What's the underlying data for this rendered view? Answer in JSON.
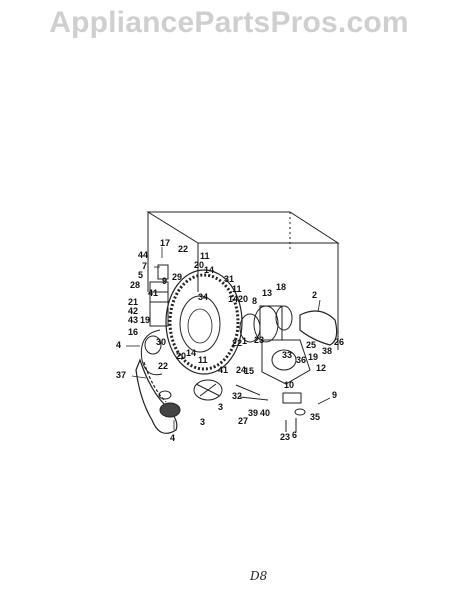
{
  "watermark": "AppliancePartsPros.com",
  "stamp": "D8",
  "callouts": [
    "17",
    "44",
    "22",
    "11",
    "7",
    "20",
    "14",
    "5",
    "29",
    "31",
    "28",
    "9",
    "41",
    "13",
    "18",
    "2",
    "34",
    "11",
    "21",
    "14",
    "20",
    "42",
    "8",
    "19",
    "43",
    "16",
    "4",
    "30",
    "22",
    "1",
    "23",
    "3",
    "36",
    "19",
    "26",
    "38",
    "25",
    "14",
    "11",
    "20",
    "22",
    "24",
    "41",
    "15",
    "12",
    "37",
    "33",
    "32",
    "10",
    "9",
    "3",
    "27",
    "39",
    "40",
    "35",
    "4",
    "23",
    "6"
  ]
}
